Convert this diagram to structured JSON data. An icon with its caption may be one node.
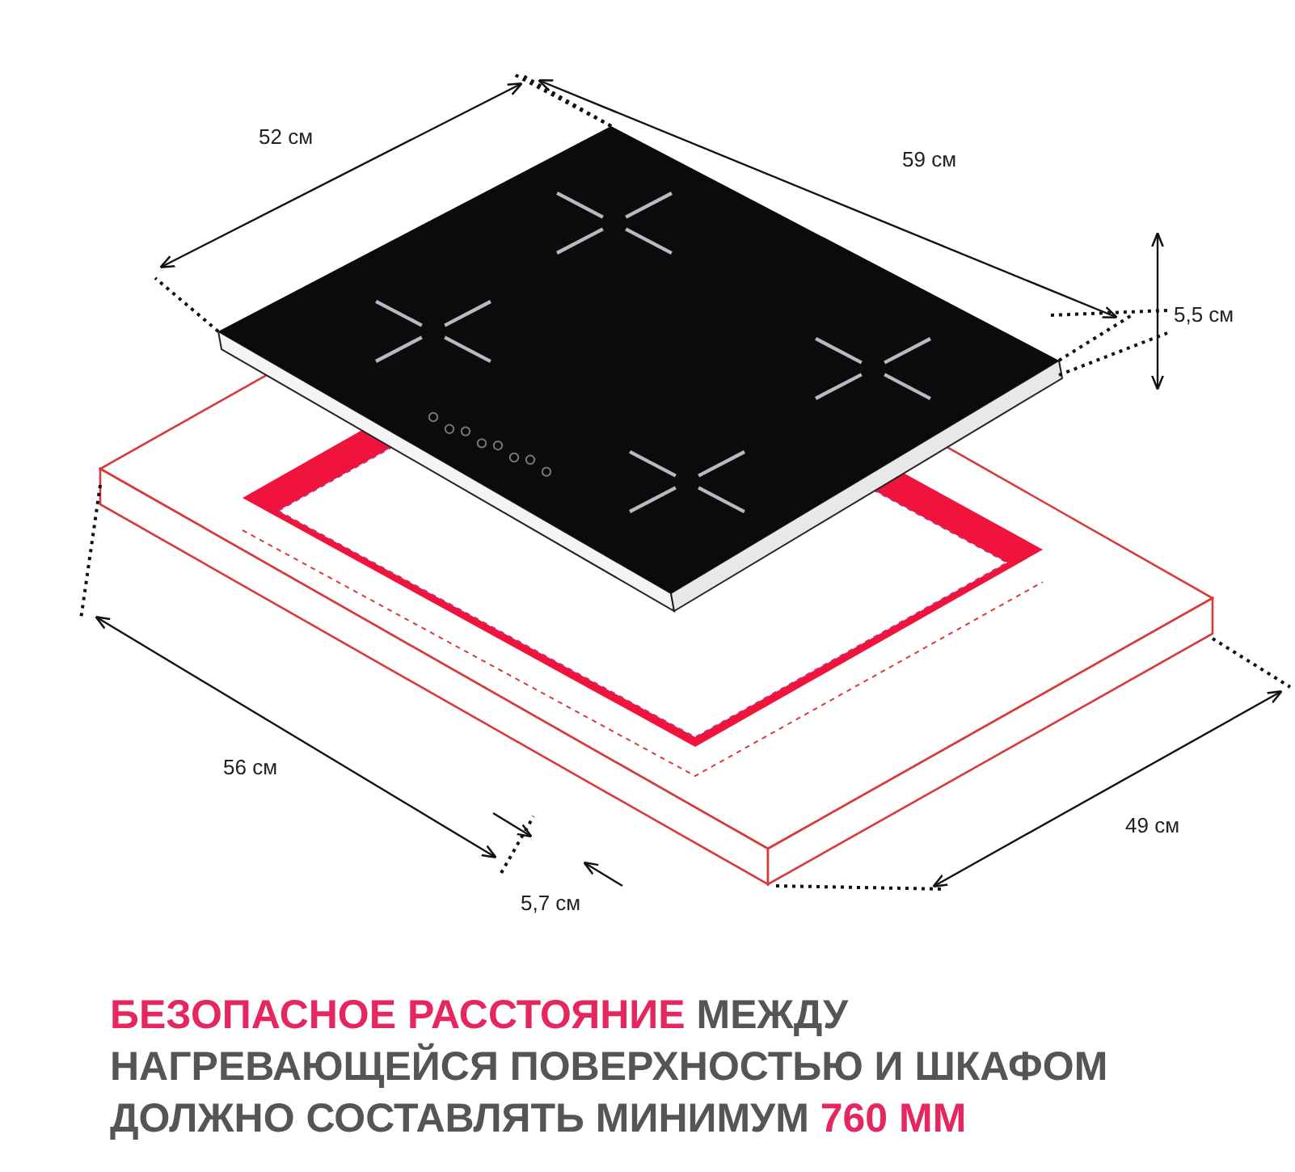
{
  "diagram": {
    "caption": "**БЕЗОПАСНОЕ РАССТОЯНИЕ** МЕЖДУ НАГРЕВАЮЩЕЙСЯ ПОВЕРХНОСТЬЮ И ШКАФОМ ДОЛЖНО СОСТАВЛЯТЬ МИНИМУМ **760 ММ**",
    "labels": [
      "52 см",
      "59 см",
      "5,5 см",
      "56 см",
      "49 см",
      "5,7 см"
    ]
  }
}
